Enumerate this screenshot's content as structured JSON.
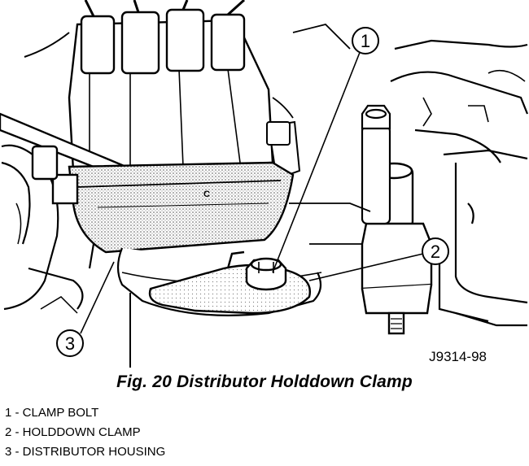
{
  "figure": {
    "code": "J9314-98",
    "caption": "Fig. 20 Distributor Holddown Clamp",
    "mark_letter": "C"
  },
  "callouts": [
    {
      "number": "1",
      "label": "CLAMP BOLT"
    },
    {
      "number": "2",
      "label": "HOLDDOWN CLAMP"
    },
    {
      "number": "3",
      "label": "DISTRIBUTOR HOUSING"
    }
  ],
  "legend": [
    "1 - CLAMP BOLT",
    "2 - HOLDDOWN CLAMP",
    "3 - DISTRIBUTOR HOUSING"
  ]
}
